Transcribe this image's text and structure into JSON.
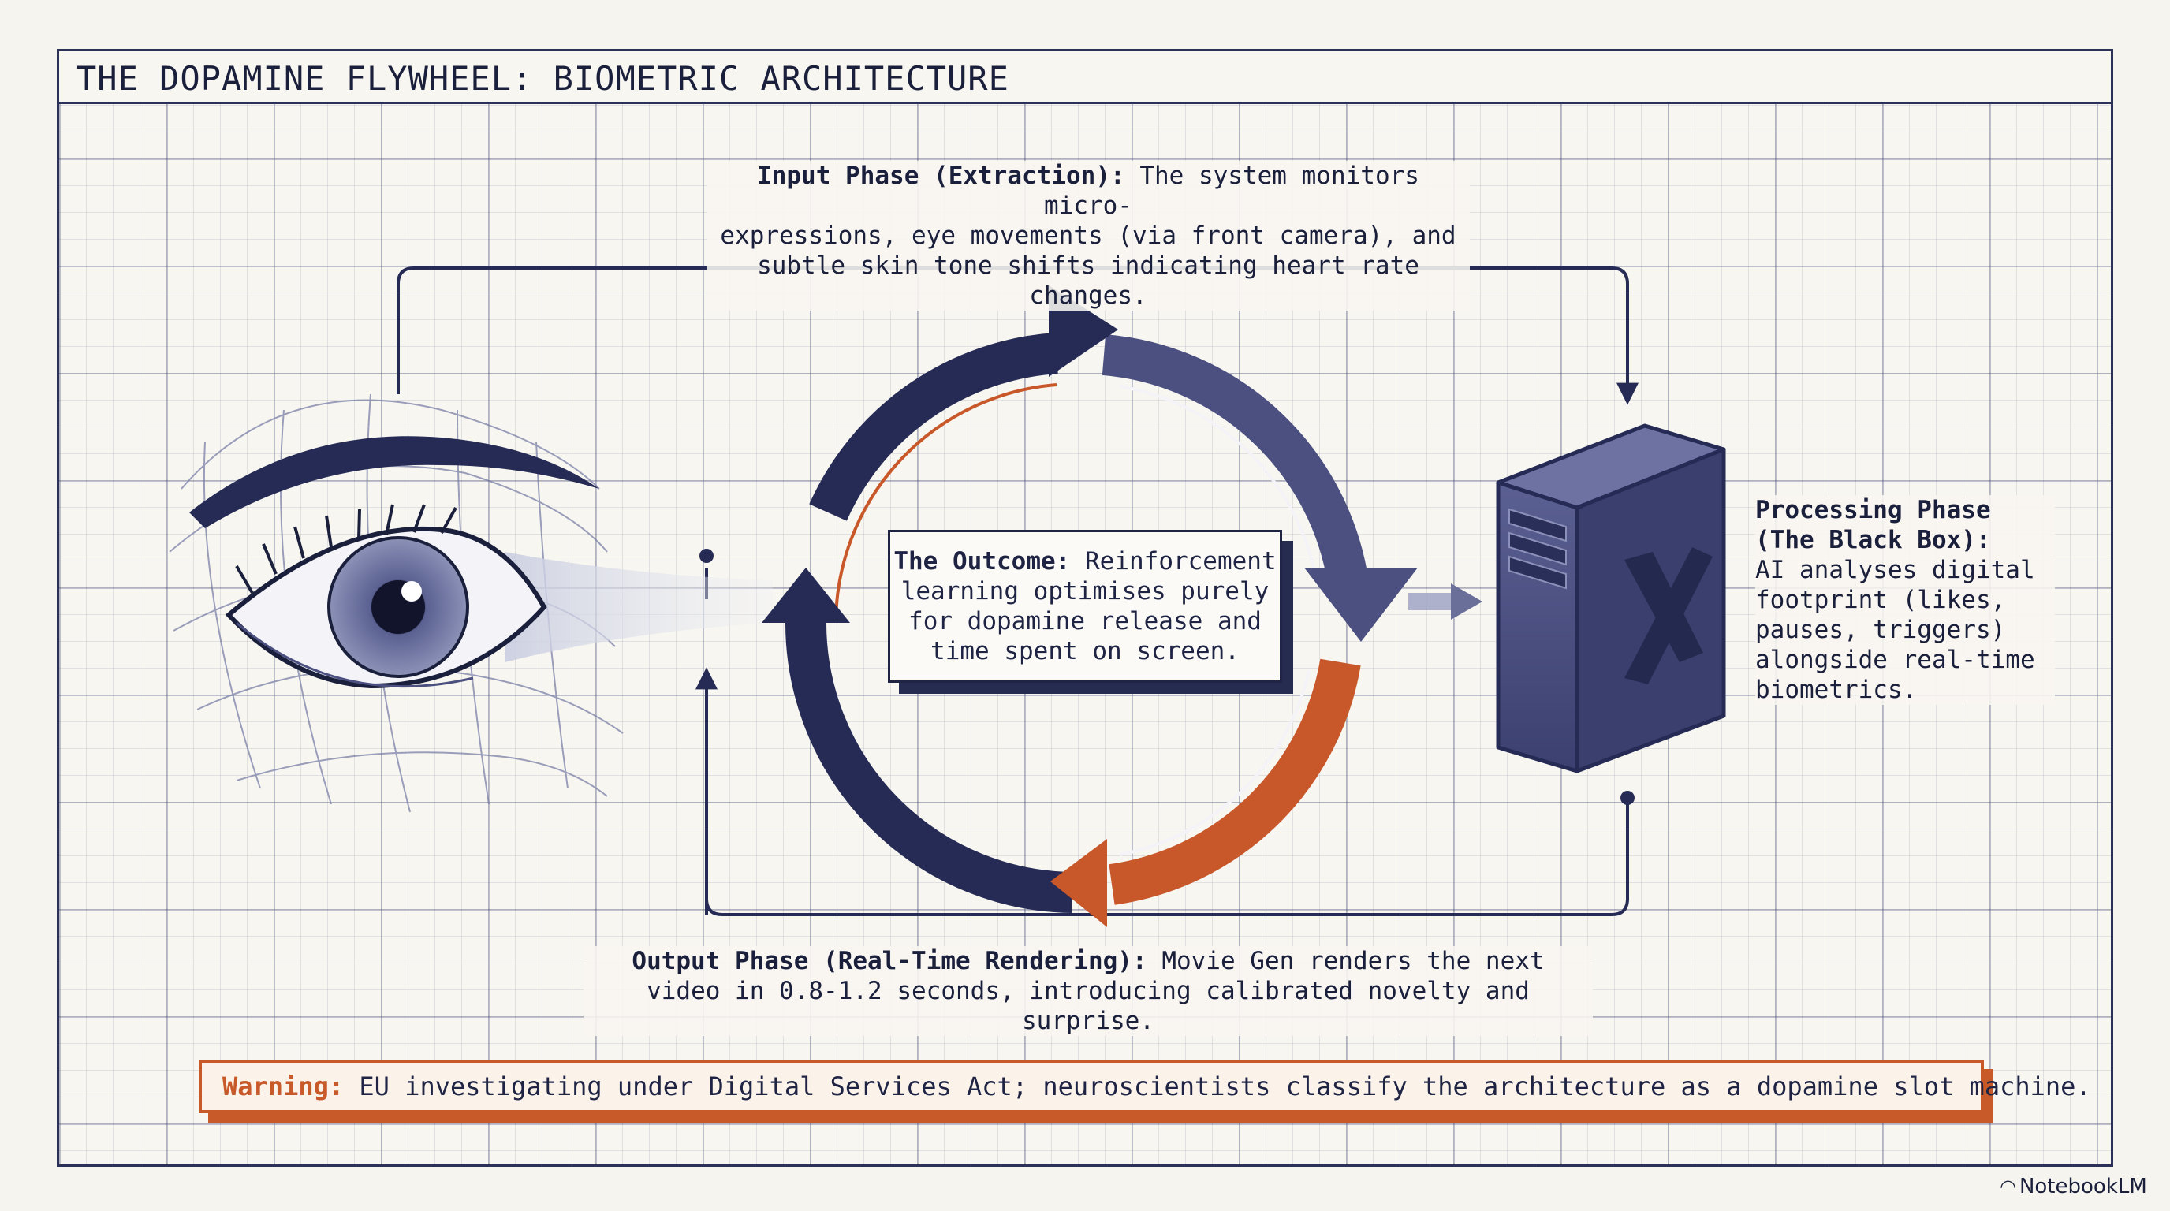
{
  "title": "THE DOPAMINE FLYWHEEL: BIOMETRIC ARCHITECTURE",
  "input_phase": {
    "heading": "Input Phase (Extraction):",
    "line1": "The system monitors micro-",
    "line2": "expressions, eye movements (via front camera), and",
    "line3": "subtle skin tone shifts indicating heart rate changes."
  },
  "processing_phase": {
    "heading1": "Processing Phase",
    "heading2": "(The Black Box):",
    "lines": [
      "AI analyses digital",
      "footprint (likes,",
      "pauses, triggers)",
      "alongside real-time",
      "biometrics."
    ]
  },
  "outcome": {
    "heading": "The Outcome:",
    "line1": "Reinforcement",
    "line2": "learning optimises purely",
    "line3": "for dopamine release and",
    "line4": "time spent on screen."
  },
  "output_phase": {
    "heading": "Output Phase (Real-Time Rendering):",
    "line1": "Movie Gen renders the next",
    "line2": "video in 0.8-1.2 seconds, introducing calibrated novelty and surprise."
  },
  "warning": {
    "label": "Warning:",
    "text": "EU investigating under Digital Services Act; neuroscientists classify the architecture as a dopamine slot machine."
  },
  "brand": {
    "name": "NotebookLM",
    "icon": "notebooklm-logo-icon"
  },
  "colors": {
    "navy": "#252b55",
    "slate": "#4b5080",
    "orange": "#c8582a",
    "ink": "#1a1f3c"
  },
  "icons": {
    "eye": "eye-icon",
    "server": "server-tower-icon",
    "cycle": "cycle-arrows-icon"
  }
}
